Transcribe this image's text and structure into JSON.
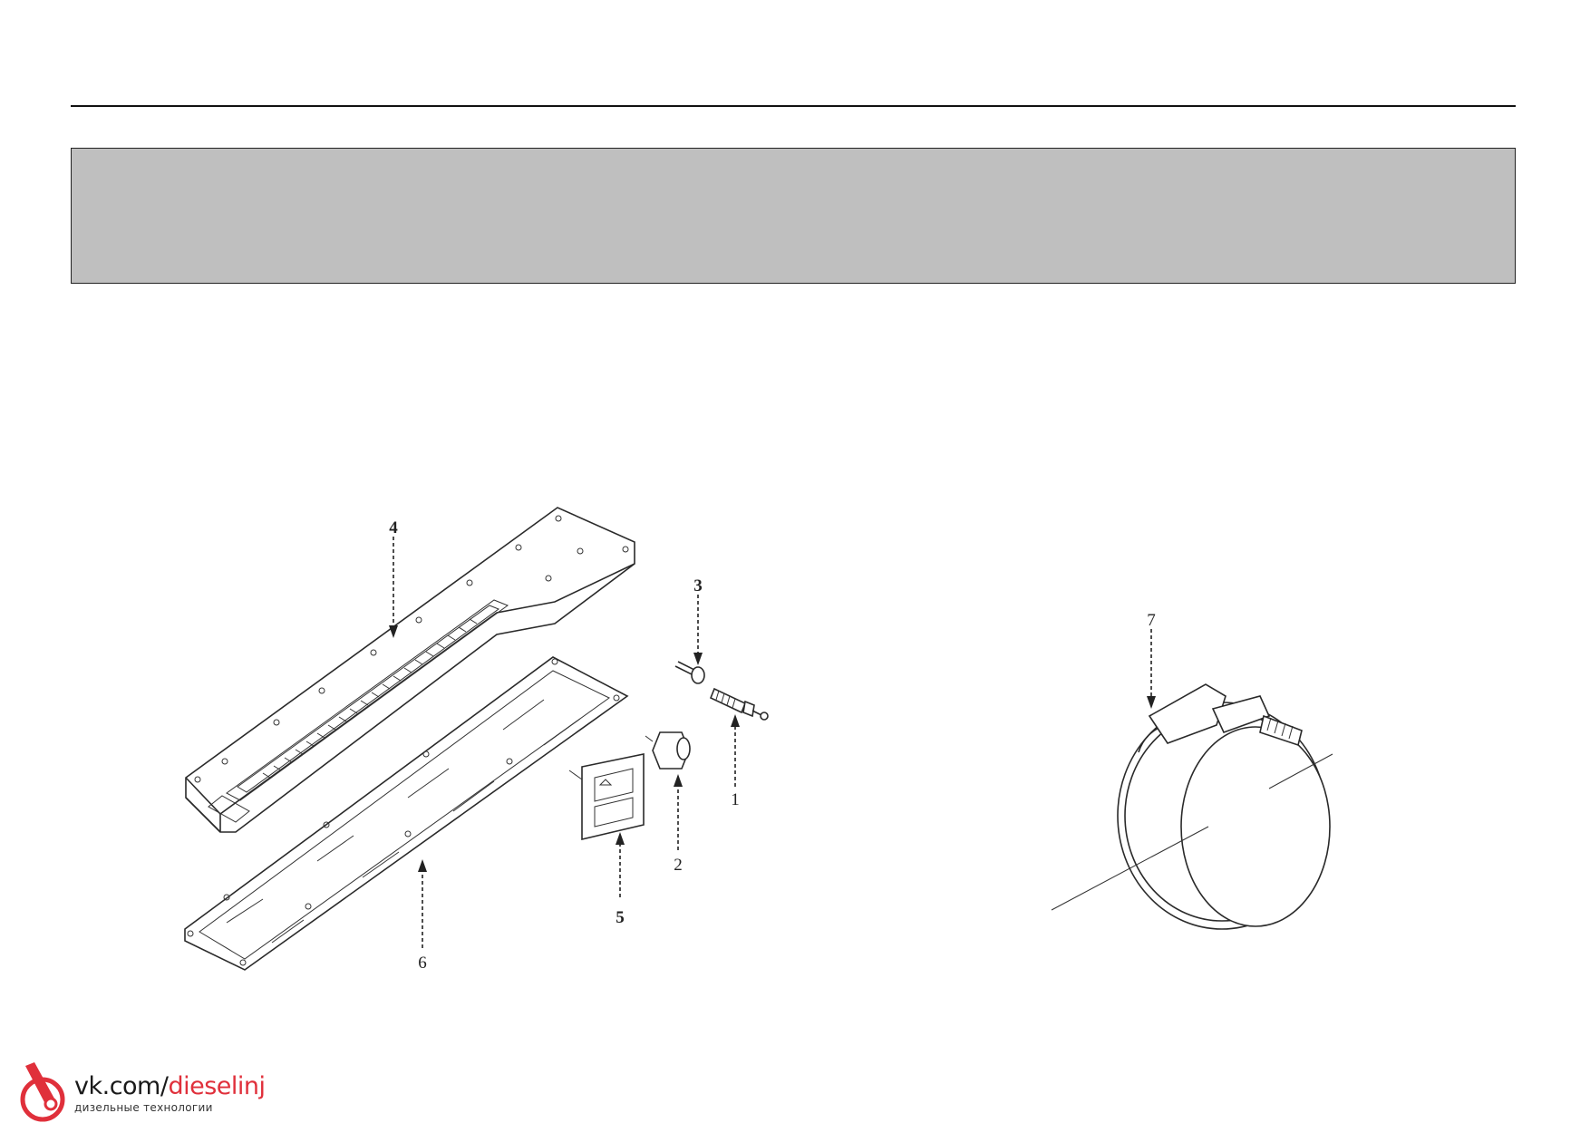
{
  "callouts": {
    "c1": "1",
    "c2": "2",
    "c3": "3",
    "c4": "4",
    "c5": "5",
    "c6": "6",
    "c7": "7"
  },
  "watermark": {
    "url_prefix": "vk.com/",
    "url_accent": "dieselinj",
    "subtitle": "дизельные технологии"
  },
  "colors": {
    "header_band": "#bfbfbf",
    "watermark_accent": "#e0303b"
  }
}
